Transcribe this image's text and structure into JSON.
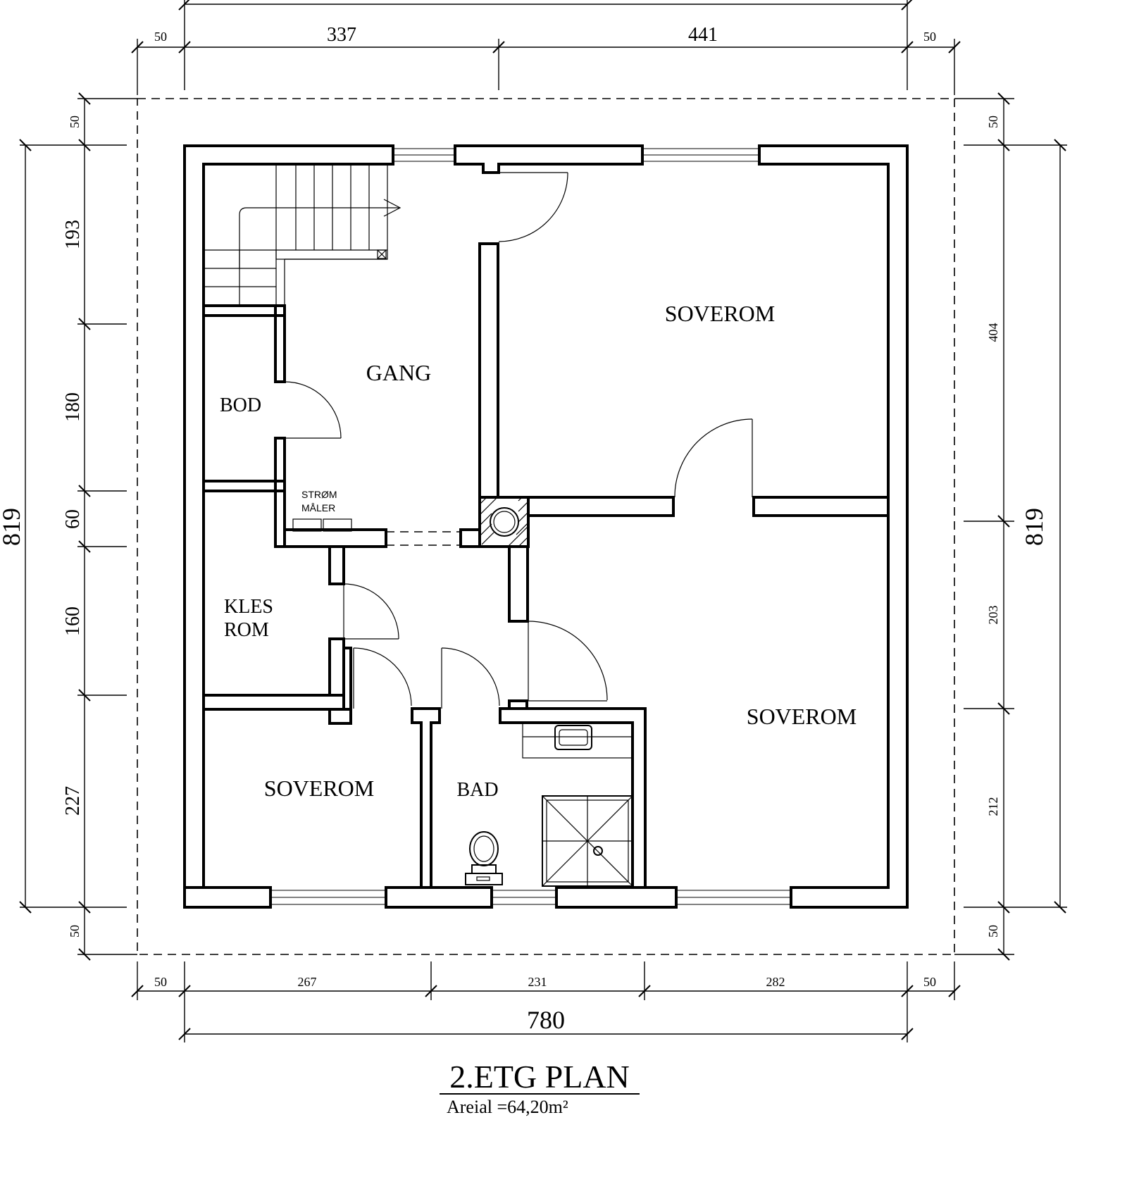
{
  "title": "2.ETG  PLAN",
  "area": "Areial =64,20m²",
  "rooms": {
    "soverom_ne": "SOVEROM",
    "gang": "GANG",
    "bod": "BOD",
    "strom": "STRØM",
    "maler": "MÅLER",
    "kles": "KLES",
    "rom": "ROM",
    "soverom_e": "SOVEROM",
    "soverom_sw": "SOVEROM",
    "bad": "BAD"
  },
  "dimensions": {
    "top": {
      "left_margin": "50",
      "seg1": "337",
      "seg2": "441",
      "right_margin": "50"
    },
    "bottom": {
      "left_margin": "50",
      "seg1": "267",
      "seg2": "231",
      "seg3": "282",
      "right_margin": "50",
      "total": "780"
    },
    "left": {
      "top_margin": "50",
      "seg1": "193",
      "seg2": "180",
      "seg3": "60",
      "seg4": "160",
      "seg5": "227",
      "bottom_margin": "50",
      "total": "819"
    },
    "right": {
      "top_margin": "50",
      "seg1": "404",
      "seg2": "203",
      "seg3": "212",
      "bottom_margin": "50",
      "total": "819"
    }
  }
}
